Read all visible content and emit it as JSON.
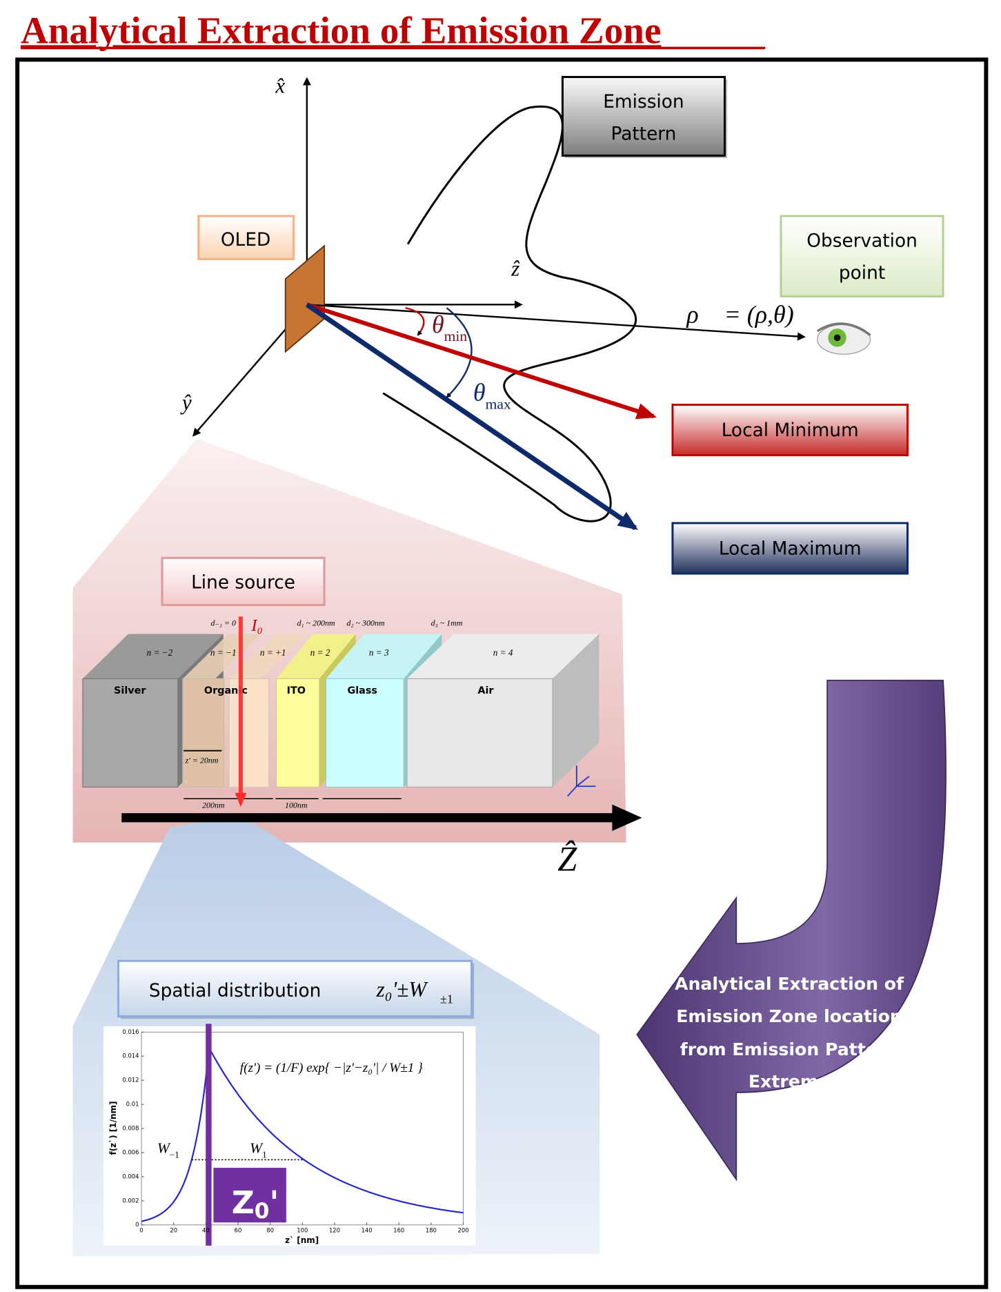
{
  "title": "Analytical Extraction of Emission Zone",
  "colors": {
    "title": "#c00000",
    "red_arrow": "#c00000",
    "navy_arrow": "#0d2a6b",
    "purple_arrow": "#6a4f8c",
    "oled": "#c87533"
  },
  "axes": {
    "x": "x̂",
    "y": "ŷ",
    "z": "ẑ",
    "Z": "Ẑ"
  },
  "boxes": {
    "emission_pattern": [
      "Emission",
      "Pattern"
    ],
    "oled": "OLED",
    "observation": [
      "Observation",
      "point"
    ],
    "local_min": "Local Minimum",
    "local_max": "Local Maximum",
    "line_source": "Line source",
    "spatial": "Spatial distribution"
  },
  "labels": {
    "rho": "ρ⃗ = (ρ,θ)",
    "theta": "θ",
    "min": "min",
    "max": "max",
    "spatial_formula": "z₀'±W",
    "spatial_sub": "±1"
  },
  "layers": {
    "silver": "Silver",
    "organic": "Organic",
    "ito": "ITO",
    "glass": "Glass",
    "air": "Air",
    "n": [
      "n = −2",
      "n = −1",
      "n = +1",
      "n = 2",
      "n = 3",
      "n = 4"
    ],
    "d": [
      "d₋₁ = 0",
      "d₁ ~ 200nm",
      "d₂ ~ 300nm",
      "d₃ ~ 1mm"
    ],
    "source": "I₀",
    "zprime": "z' = 20nm",
    "dim200": "200nm",
    "dim100": "100nm"
  },
  "arrow_text": [
    "Analytical Extraction of",
    "Emission Zone location",
    "from Emission Pattern",
    "Extrema"
  ],
  "chart_data": {
    "type": "line",
    "xlabel": "z` [nm]",
    "ylabel": "f(z`) [1/nm]",
    "xlim": [
      0,
      200
    ],
    "ylim": [
      0,
      0.016
    ],
    "xticks": [
      "0",
      "20",
      "40",
      "60",
      "80",
      "100",
      "120",
      "140",
      "160",
      "180",
      "200"
    ],
    "yticks": [
      "0",
      "0.002",
      "0.004",
      "0.006",
      "0.008",
      "0.01",
      "0.012",
      "0.014",
      "0.016"
    ],
    "z0": 42,
    "peak": 0.0147,
    "W_minus1": 10.8,
    "W_1": 59,
    "annotations": {
      "w_minus": "W",
      "w_minus_sub": "−1",
      "w_plus": "W",
      "w_plus_sub": "1",
      "z0_label": "Z",
      "z0_sub": "0",
      "z0_prime": "'",
      "formula": "f(z')  = (1/F) exp{ −|z'−z₀'| / W±1 }"
    }
  }
}
